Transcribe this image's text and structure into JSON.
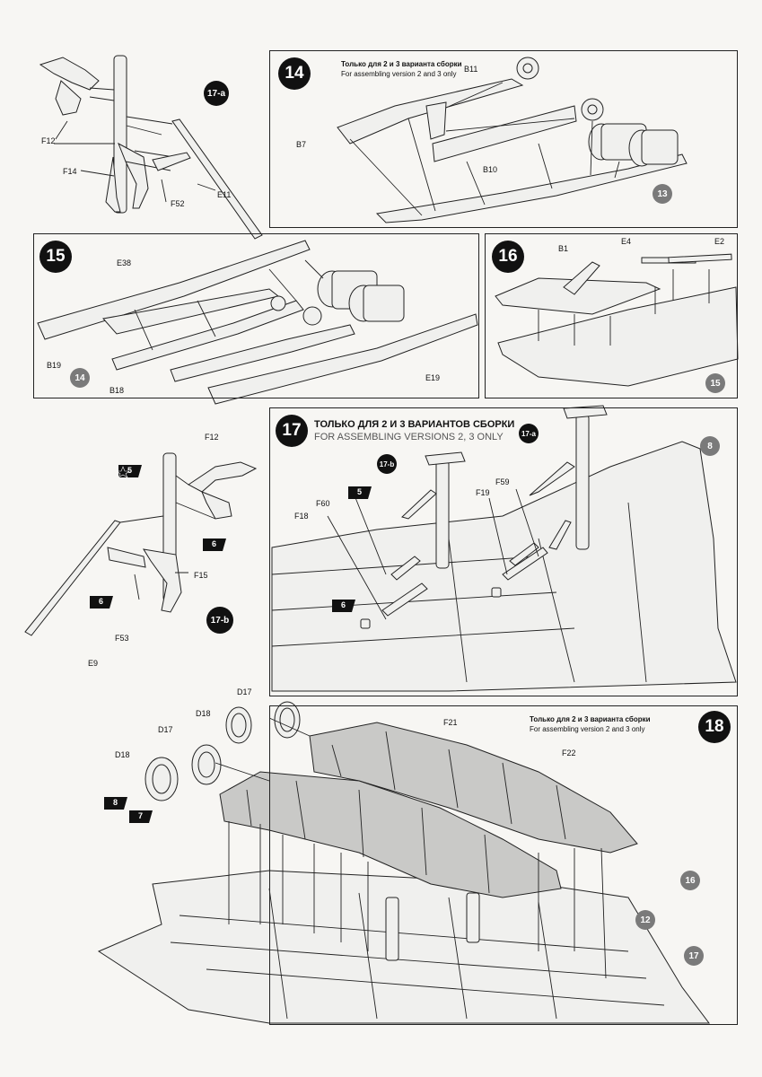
{
  "steps": {
    "s14": {
      "num": "14",
      "note_ru": "Только для 2 и 3 варианта сборки",
      "note_en": "For assembling version 2 and 3 only"
    },
    "s15": {
      "num": "15"
    },
    "s16": {
      "num": "16"
    },
    "s17": {
      "num": "17",
      "note_ru": "ТОЛЬКО ДЛЯ 2 И 3 ВАРИАНТОВ СБОРКИ",
      "note_en": "FOR ASSEMBLING VERSIONS 2, 3 ONLY"
    },
    "s18": {
      "num": "18",
      "note_ru": "Только для 2 и 3 варианта сборки",
      "note_en": "For assembling version 2 and 3 only"
    }
  },
  "sub_assemblies": {
    "a": "17-a",
    "b": "17-b"
  },
  "refs": {
    "r13": "13",
    "r14": "14",
    "r15": "15",
    "r8": "8",
    "r16": "16",
    "r12": "12",
    "r17": "17"
  },
  "stars": {
    "five": "5",
    "six": "6",
    "seven": "7",
    "eight": "8"
  },
  "parts": {
    "F12": "F12",
    "F14": "F14",
    "F52": "F52",
    "E11": "E11",
    "B11": "B11",
    "B7": "B7",
    "B10": "B10",
    "E38": "E38",
    "B19": "B19",
    "B18": "B18",
    "E19": "E19",
    "B1": "B1",
    "E4": "E4",
    "E2": "E2",
    "F15": "F15",
    "F53": "F53",
    "E9": "E9",
    "F18": "F18",
    "F60": "F60",
    "F19": "F19",
    "F59": "F59",
    "D17": "D17",
    "D18": "D18",
    "F21": "F21",
    "F22": "F22"
  }
}
